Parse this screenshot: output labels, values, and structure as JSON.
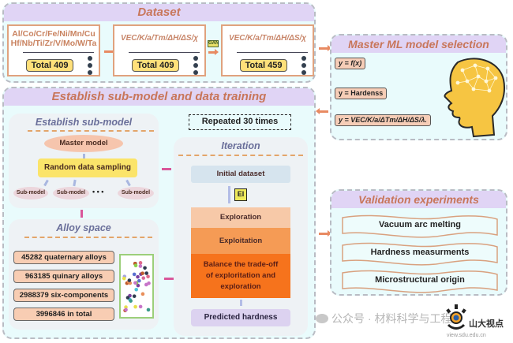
{
  "dataset": {
    "title": "Dataset",
    "box1": {
      "line1": "Al/Co/Cr/Fe/Ni/Mn/Cu",
      "line2": "Hf/Nb/Ti/Zr/V/Mo/W/Ta",
      "total": "Total 409"
    },
    "box2": {
      "features": "VEC/K/a/Tm/ΔH/ΔS/χ",
      "total": "Total 409"
    },
    "gan_label": "GAN",
    "box3": {
      "features": "VEC/K/a/Tm/ΔH/ΔS/χ",
      "total": "Total 459"
    }
  },
  "master_ml": {
    "title": "Master ML model selection",
    "items": [
      "y = f(x)",
      "y = Hardenss",
      "y = VEC/K/a/ΔTm/ΔH/ΔS/λ."
    ]
  },
  "training": {
    "title": "Establish sub-model and data training",
    "repeated": "Repeated 30 times",
    "submodel": {
      "title": "Establish sub-model",
      "master": "Master model",
      "sampling": "Random data sampling",
      "submodels": [
        "Sub-model",
        "Sub-model",
        "Sub-model"
      ],
      "ellipsis": "• • •"
    },
    "alloy_space": {
      "title": "Alloy space",
      "items": [
        "45282 quaternary alloys",
        "963185 quinary alloys",
        "2988379 six-components",
        "3996846 in total"
      ]
    },
    "iteration": {
      "title": "Iteration",
      "initial": "Initial dataset",
      "ei": "EI",
      "exploration": "Exploration",
      "exploitation": "Exploitation",
      "balance": "Balance the trade-off of exploritation and exploration",
      "predicted": "Predicted hardness"
    }
  },
  "validation": {
    "title": "Validation experiments",
    "items": [
      "Vacuum  arc melting",
      "Hardness measurments",
      "Microstructural origin"
    ]
  },
  "watermark": {
    "text": "公众号 · 材料科学与工程",
    "logo_text": "山大视点",
    "url": "view.sdu.edu.cn"
  },
  "colors": {
    "panel_bg": "#e9fbfc",
    "header_bg": "#e0d4f5",
    "header_text": "#c8765a",
    "accent_orange": "#f98a2c",
    "accent_pink": "#d9579a"
  }
}
